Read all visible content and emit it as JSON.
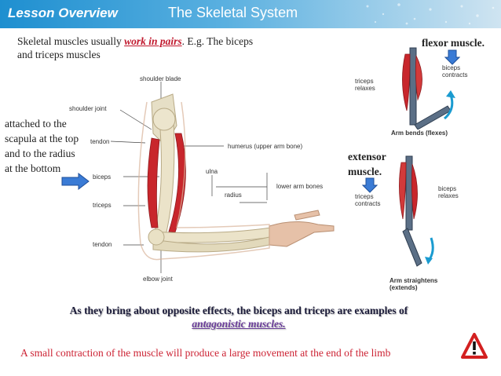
{
  "header": {
    "lesson_overview": "Lesson Overview",
    "title": "The Skeletal System"
  },
  "intro": {
    "text_before": "Skeletal muscles usually ",
    "emphasis": "work in pairs",
    "text_after": ".    E.g. The biceps",
    "line2": "and triceps muscles"
  },
  "attached_note": "attached to the scapula at the top and to the radius at the bottom",
  "arm_labels": {
    "shoulder_blade": "shoulder blade",
    "shoulder_joint": "shoulder joint",
    "tendon_top": "tendon",
    "humerus": "humerus (upper arm bone)",
    "ulna": "ulna",
    "biceps": "biceps",
    "lower_arm_bones": "lower arm bones",
    "radius": "radius",
    "triceps": "triceps",
    "tendon_bottom": "tendon",
    "elbow_joint": "elbow joint"
  },
  "flexor": {
    "heading": "flexor muscle.",
    "biceps_contracts": "biceps contracts",
    "triceps_relaxes": "triceps relaxes",
    "caption": "Arm bends (flexes)"
  },
  "extensor": {
    "heading": "extensor muscle.",
    "triceps_contracts": "triceps contracts",
    "biceps_relaxes": "biceps relaxes",
    "caption": "Arm straightens (extends)"
  },
  "caption": {
    "line1": "As they bring about opposite effects, the biceps and triceps are examples of",
    "line2": "antagonistic muscles."
  },
  "footer": "A small contraction of the muscle will produce a large movement at the end of the limb",
  "colors": {
    "header_blue": "#1e8fd0",
    "arrow_blue": "#3a7bd5",
    "emphasis_red": "#c0182d",
    "muscle_red": "#c8262c",
    "footer_red": "#cc2233",
    "antagonistic_purple": "#6a3d9a"
  }
}
